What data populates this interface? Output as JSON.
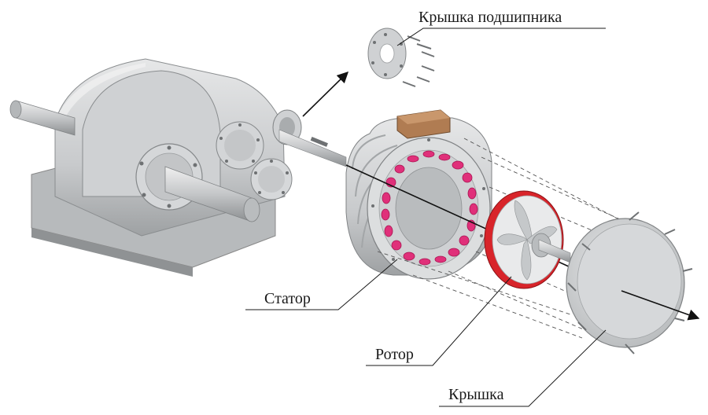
{
  "labels": {
    "bearing_cover": "Крышка подшипника",
    "stator": "Статор",
    "rotor": "Ротор",
    "cover": "Крышка"
  },
  "colors": {
    "metal_light": "#d9dadb",
    "metal_mid": "#b9bbbd",
    "metal_dark": "#8e9193",
    "winding": "#e0307a",
    "rotor_red": "#d8242a",
    "terminal_box": "#b07c52",
    "line": "#1a1a1a"
  }
}
